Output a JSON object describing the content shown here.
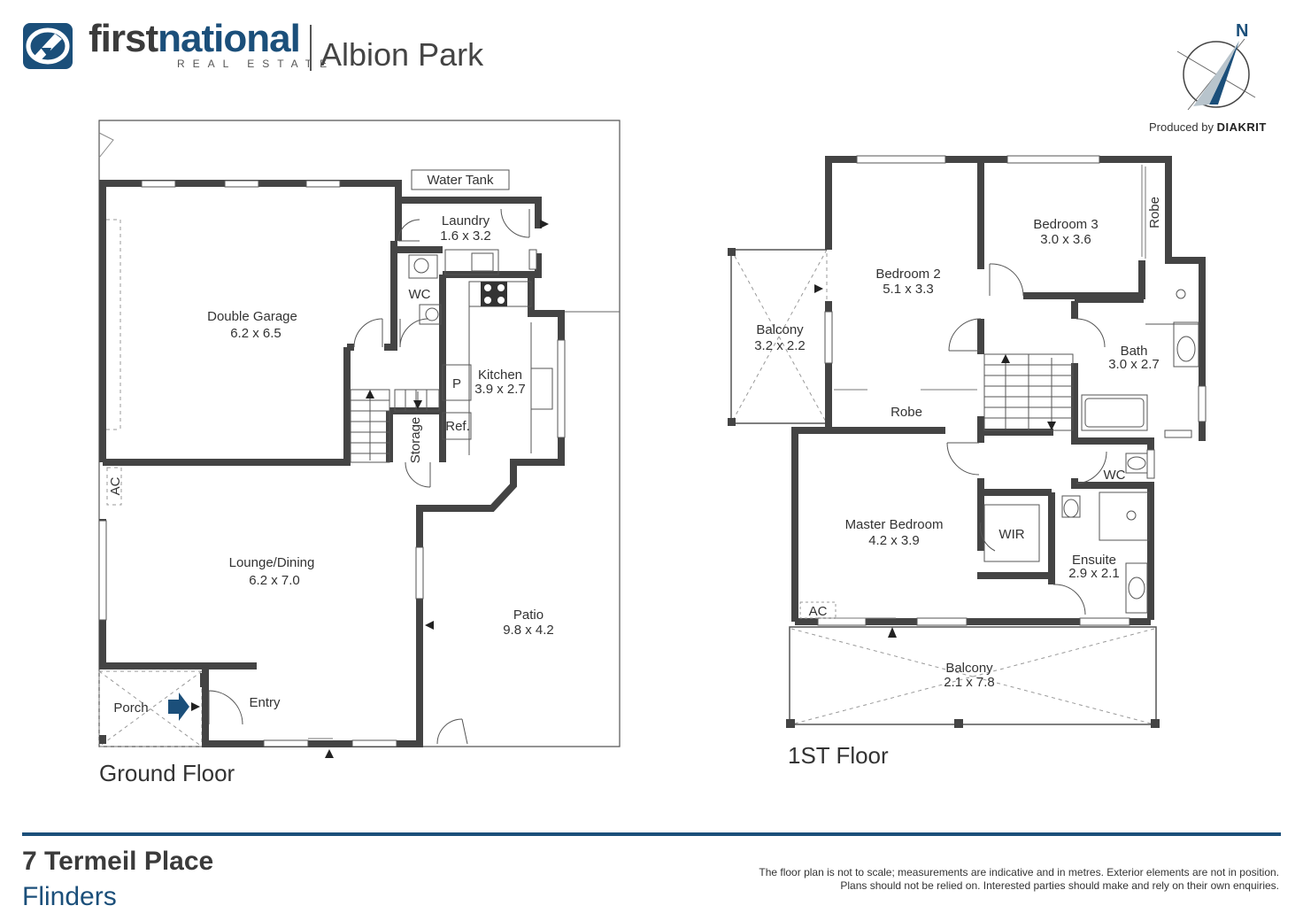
{
  "brand": {
    "name_part1": "first",
    "name_part2": "national",
    "subtitle": "REAL ESTATE",
    "office": "Albion Park",
    "accent_color": "#1b4f7a"
  },
  "produced_by": {
    "prefix": "Produced by",
    "company": "DIAKRIT"
  },
  "compass": {
    "north_label": "N",
    "icon": "compass-icon"
  },
  "ground_floor": {
    "title": "Ground Floor",
    "rooms": {
      "water_tank": "Water Tank",
      "laundry": "Laundry",
      "laundry_size": "1.6 x 3.2",
      "wc": "WC",
      "double_garage": "Double Garage",
      "double_garage_size": "6.2 x 6.5",
      "kitchen": "Kitchen",
      "kitchen_size": "3.9 x 2.7",
      "pantry": "P",
      "fridge": "Ref.",
      "storage": "Storage",
      "ac": "AC",
      "lounge_dining": "Lounge/Dining",
      "lounge_dining_size": "6.2 x 7.0",
      "patio": "Patio",
      "patio_size": "9.8 x 4.2",
      "porch": "Porch",
      "entry": "Entry"
    }
  },
  "first_floor": {
    "title": "1ST Floor",
    "rooms": {
      "bedroom2": "Bedroom 2",
      "bedroom2_size": "5.1 x 3.3",
      "bedroom3": "Bedroom 3",
      "bedroom3_size": "3.0 x 3.6",
      "robe_b3": "Robe",
      "balcony_side": "Balcony",
      "balcony_side_size": "3.2 x 2.2",
      "robe_b2": "Robe",
      "bath": "Bath",
      "bath_size": "3.0 x 2.7",
      "wc": "WC",
      "master_bedroom": "Master Bedroom",
      "master_bedroom_size": "4.2 x 3.9",
      "wir": "WIR",
      "ensuite": "Ensuite",
      "ensuite_size": "2.9 x 2.1",
      "ac": "AC",
      "balcony_front": "Balcony",
      "balcony_front_size": "2.1 x 7.8"
    }
  },
  "address": {
    "street": "7 Termeil Place",
    "suburb": "Flinders"
  },
  "disclaimer": {
    "line1": "The floor plan is not to scale; measurements are indicative and in metres. Exterior elements are not in position.",
    "line2": "Plans should not be relied on. Interested parties should make and rely on their own enquiries."
  }
}
